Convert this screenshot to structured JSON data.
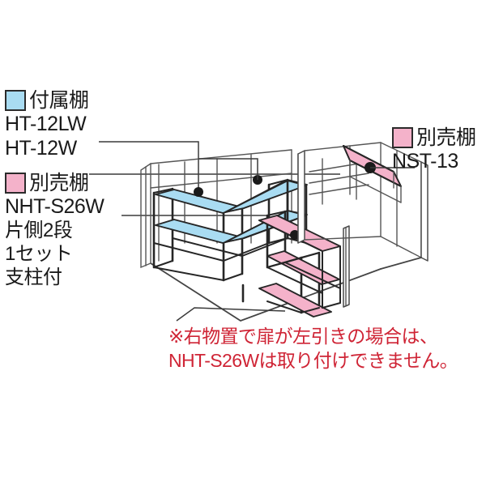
{
  "legend_left": {
    "group1": {
      "swatch_color": "#a9dcf2",
      "swatch_name": "blue-swatch",
      "title": "付属棚",
      "codes": [
        "HT-12LW",
        "HT-12W"
      ]
    },
    "group2": {
      "swatch_color": "#f4b2ca",
      "swatch_name": "pink-swatch",
      "title": "別売棚",
      "codes": [
        "NHT-S26W"
      ],
      "details": [
        "片側2段",
        "1セット",
        "支柱付"
      ]
    }
  },
  "legend_right": {
    "swatch_color": "#f4b2ca",
    "title": "別売棚",
    "code": "NST-13"
  },
  "note": {
    "line1": "※右物置で扉が左引きの場合は、",
    "line2": "NHT-S26Wは取り付けできません。"
  },
  "diagram": {
    "name": "storage-shed-shelf-isometric-diagram",
    "shelf_blue_fill": "#a9dcf2",
    "shelf_pink_fill": "#f4b2ca",
    "frame_color": "#2b2b2b",
    "wall_line_color": "#4a4a4a",
    "blue_shelves": [
      {
        "label": "HT-12LW upper-left"
      },
      {
        "label": "HT-12W upper-right"
      },
      {
        "label": "HT-12LW lower-left"
      },
      {
        "label": "HT-12W lower-right"
      }
    ],
    "pink_shelves": [
      {
        "label": "NHT-S26W upper"
      },
      {
        "label": "NHT-S26W middle"
      },
      {
        "label": "NHT-S26W lower"
      },
      {
        "label": "NST-13 right shed shelf"
      }
    ],
    "callout_dots": 4
  }
}
